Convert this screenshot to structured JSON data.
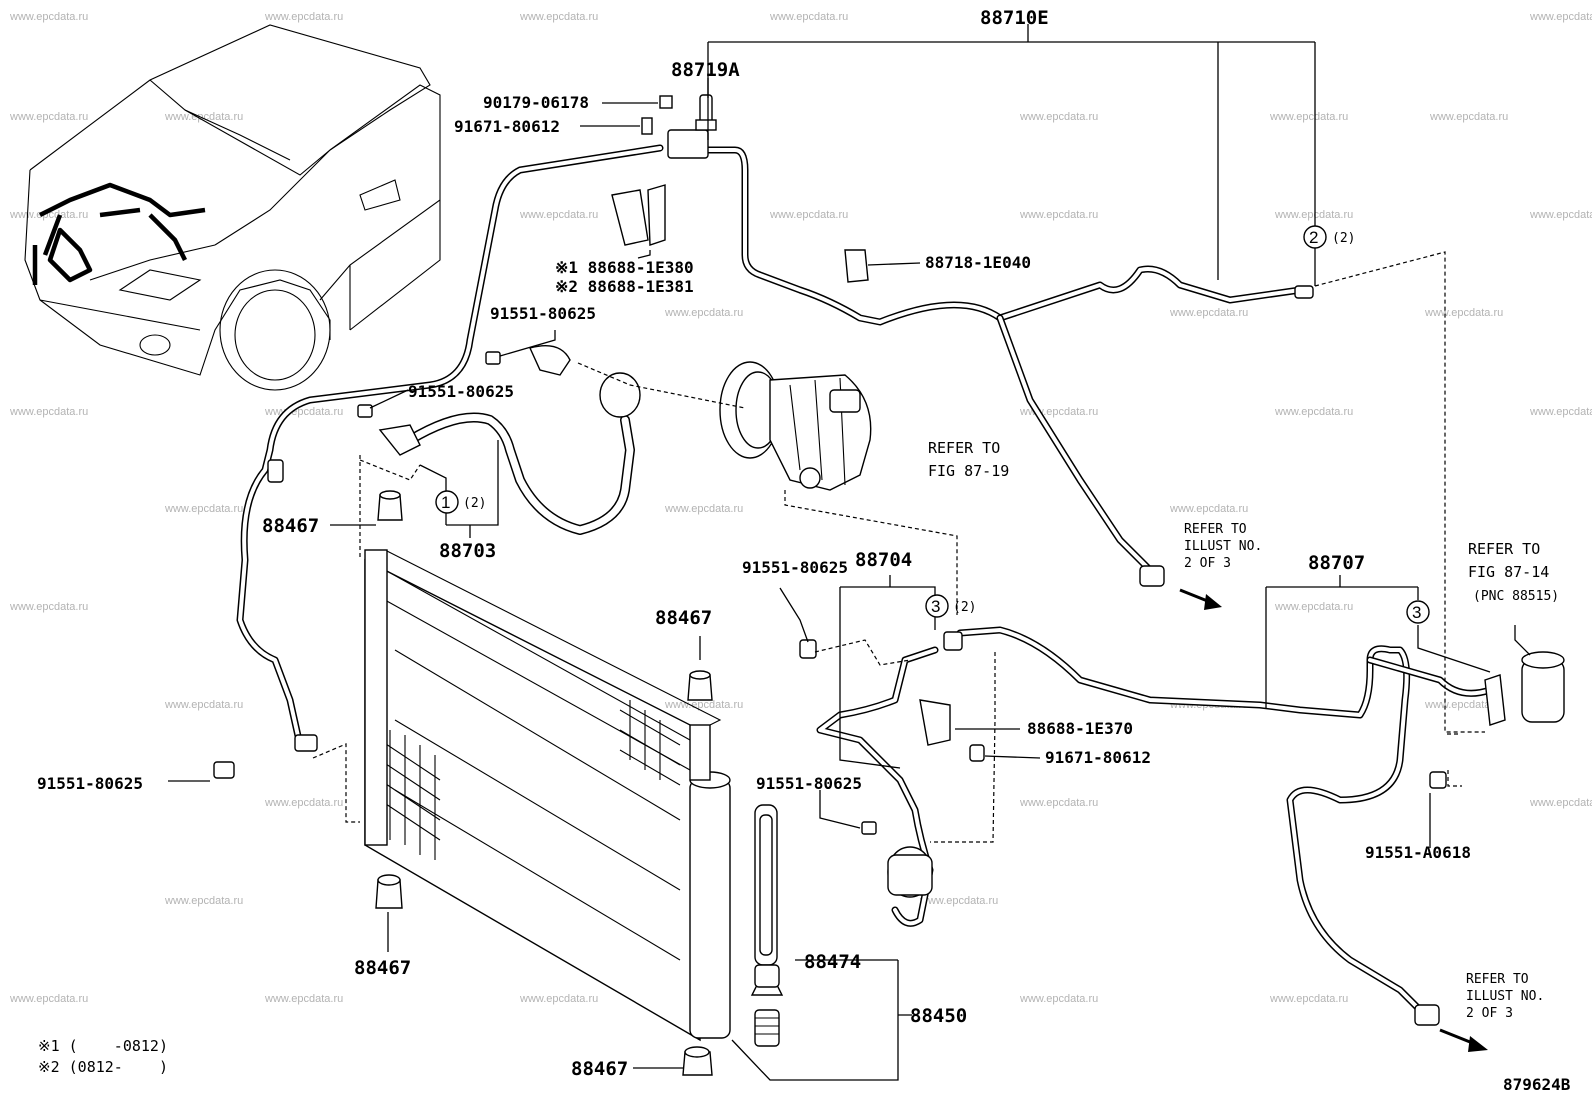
{
  "watermark": "www.epcdata.ru",
  "labels": {
    "p88710E": "88710E",
    "p88719A": "88719A",
    "p90179": "90179-06178",
    "p91671_top": "91671-80612",
    "p88688_E380": "※1 88688-1E380",
    "p88688_E381": "※2 88688-1E381",
    "p88718": "88718-1E040",
    "p91551_a": "91551-80625",
    "p91551_b": "91551-80625",
    "p88467_a": "88467",
    "p88703": "88703",
    "p91551_left": "91551-80625",
    "p88467_b": "88467",
    "p88467_c": "88467",
    "p88467_d": "88467",
    "p91551_c": "91551-80625",
    "p88704": "88704",
    "p88688_E370": "88688-1E370",
    "p91671_mid": "91671-80612",
    "p91551_d": "91551-80625",
    "p88474": "88474",
    "p88450": "88450",
    "p88707": "88707",
    "p91551_A0618": "91551-A0618",
    "qty1": "(2)",
    "qty2": "(2)",
    "qty3": "(2)"
  },
  "callouts": {
    "c1": "1",
    "c2": "2",
    "c3a": "3",
    "c3b": "3"
  },
  "refs": {
    "compressor_l1": "REFER TO",
    "compressor_l2": "FIG 87-19",
    "illust_a_l1": "REFER TO",
    "illust_a_l2": "ILLUST NO.",
    "illust_a_l3": "2 OF 3",
    "fig8714_l1": "REFER TO",
    "fig8714_l2": "FIG 87-14",
    "fig8714_l3": "(PNC 88515)",
    "illust_b_l1": "REFER TO",
    "illust_b_l2": "ILLUST NO.",
    "illust_b_l3": "2 OF 3"
  },
  "footnotes": {
    "note1": "※1 (    -0812)",
    "note2": "※2 (0812-    )"
  },
  "figure_id": "879624B"
}
